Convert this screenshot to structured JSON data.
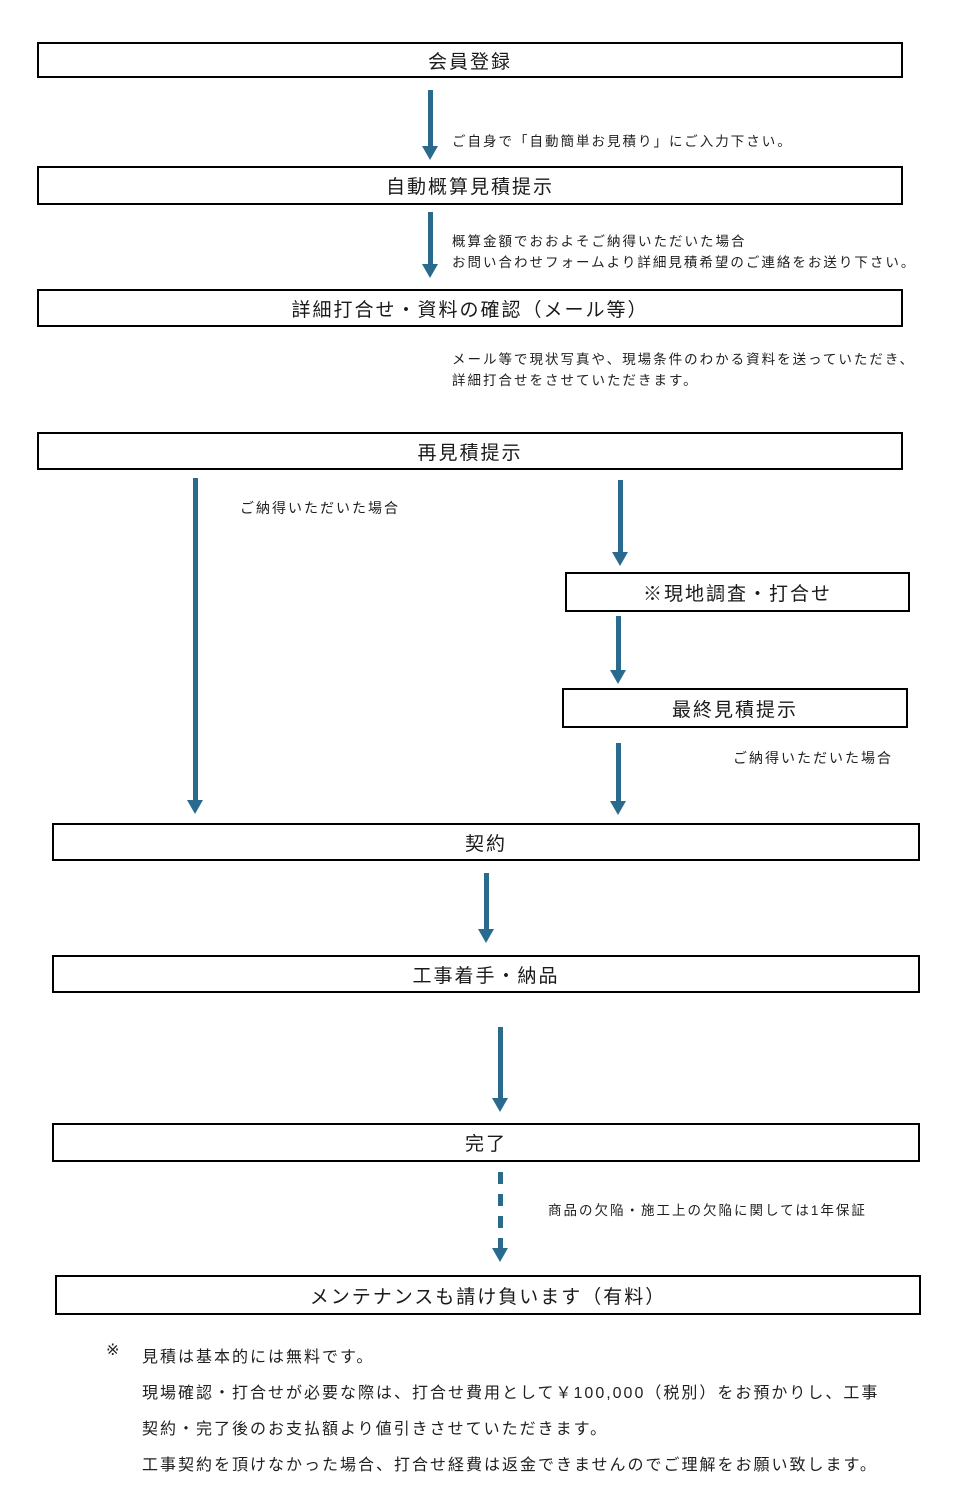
{
  "colors": {
    "arrow": "#2a6b8d",
    "box_border": "#000000",
    "text": "#1f1f1f",
    "background": "#ffffff"
  },
  "flow": {
    "boxes": [
      {
        "id": "member-registration",
        "label": "会員登録"
      },
      {
        "id": "auto-estimate",
        "label": "自動概算見積提示"
      },
      {
        "id": "detail-meeting",
        "label": "詳細打合せ・資料の確認（メール等）"
      },
      {
        "id": "re-estimate",
        "label": "再見積提示"
      },
      {
        "id": "site-survey",
        "label": "※現地調査・打合せ"
      },
      {
        "id": "final-estimate",
        "label": "最終見積提示"
      },
      {
        "id": "contract",
        "label": "契約"
      },
      {
        "id": "construction-delivery",
        "label": "工事着手・納品"
      },
      {
        "id": "completion",
        "label": "完了"
      },
      {
        "id": "maintenance",
        "label": "メンテナンスも請け負います（有料）"
      }
    ],
    "annotations": {
      "after_registration": "ご自身で「自動簡単お見積り」にご入力下さい。",
      "after_auto_estimate": "概算金額でおおよそご納得いただいた場合\nお問い合わせフォームより詳細見積希望のご連絡をお送り下さい。",
      "after_detail_meeting": "メール等で現状写真や、現場条件のわかる資料を送っていただき、\n詳細打合せをさせていただきます。",
      "left_branch": "ご納得いただいた場合",
      "right_branch": "ご納得いただいた場合",
      "warranty": "商品の欠陥・施工上の欠陥に関しては1年保証"
    }
  },
  "footnote": {
    "mark": "※",
    "lines": [
      "見積は基本的には無料です。",
      "現場確認・打合せが必要な際は、打合せ費用として￥100,000（税別）をお預かりし、工事",
      "契約・完了後のお支払額より値引きさせていただきます。",
      "工事契約を頂けなかった場合、打合せ経費は返金できませんのでご理解をお願い致します。"
    ]
  }
}
